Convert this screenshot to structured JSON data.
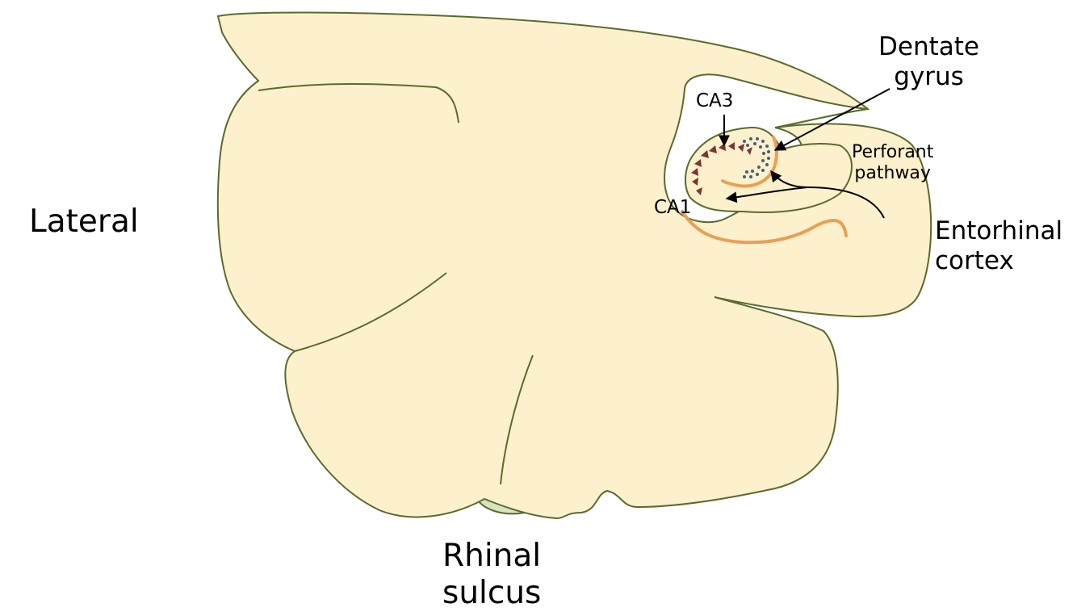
{
  "labels": {
    "lateral": "Lateral",
    "rhinal_sulcus_line1": "Rhinal",
    "rhinal_sulcus_line2": "sulcus",
    "dentate_gyrus_line1": "Dentate",
    "dentate_gyrus_line2": "gyrus",
    "ca3": "CA3",
    "ca1": "CA1",
    "perforant_line1": "Perforant",
    "perforant_line2": "pathway",
    "entorhinal_line1": "Entorhinal",
    "entorhinal_line2": "cortex"
  },
  "colors": {
    "brain_fill": "#fdf0cc",
    "brain_outline": "#5a6b2e",
    "sulcus_fill": "#d6e4c2",
    "pyramidal_layer": "#e8a055",
    "pyramidal_cells": "#7a3530",
    "granule_cells": "#4a5e7a",
    "arrow": "#000000"
  }
}
